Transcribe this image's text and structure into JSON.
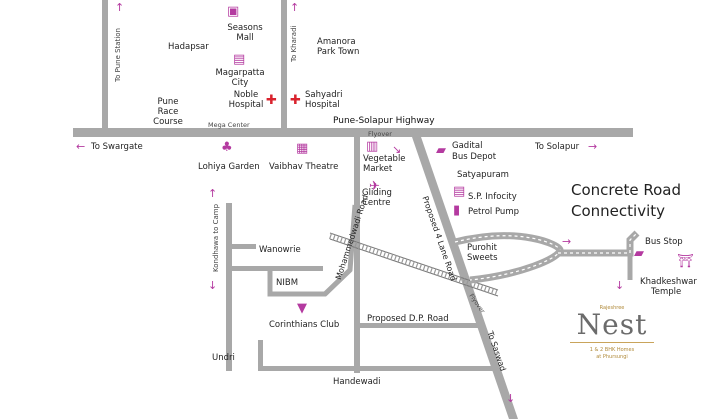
{
  "map": {
    "title_line1": "Concrete Road",
    "title_line2": "Connectivity",
    "highway": "Pune-Solapur Highway",
    "flyover": "Flyover",
    "flyover2": "Flyover",
    "to_pune_station": "To Pune Station",
    "to_kharadi": "To Kharadi",
    "to_swargate": "To Swargate",
    "to_solapur": "To Solapur",
    "to_saswad": "To Saswad",
    "kondhawa": "Kondhawa to Camp",
    "mohammedwadi": "Mohammedwadi Road",
    "proposed_4_lane": "Proposed 4 Lane Road",
    "proposed_dp": "Proposed D.P. Road",
    "places": {
      "seasons_mall": [
        "Seasons",
        "Mall"
      ],
      "hadapsar": "Hadapsar",
      "amanora": [
        "Amanora",
        "Park Town"
      ],
      "magarpatta": [
        "Magarpatta",
        "City"
      ],
      "noble": [
        "Noble",
        "Hospital"
      ],
      "sahyadri": [
        "Sahyadri",
        "Hospital"
      ],
      "pune_race": [
        "Pune",
        "Race",
        "Course"
      ],
      "mega_center": "Mega Center",
      "lohiya": "Lohiya Garden",
      "vaibhav": "Vaibhav Theatre",
      "vegetable": [
        "Vegetable",
        "Market"
      ],
      "gadital": [
        "Gadital",
        "Bus Depot"
      ],
      "satyapuram": "Satyapuram",
      "sp_infocity": "S.P. Infocity",
      "petrol": "Petrol Pump",
      "gliding": [
        "Gliding",
        "Centre"
      ],
      "purohit": [
        "Purohit",
        "Sweets"
      ],
      "wanowrie": "Wanowrie",
      "nibm": "NIBM",
      "corinthians": "Corinthians Club",
      "undri": "Undri",
      "handewadi": "Handewadi",
      "bus_stop": "Bus Stop",
      "khadkeshwar": [
        "Khadkeshwar",
        "Temple"
      ]
    },
    "brand": {
      "developer": "Rajeshree",
      "name": "Nest",
      "tagline1": "1 & 2 BHK Homes",
      "tagline2": "at Phursungi"
    },
    "colors": {
      "road": "#a8a8a8",
      "accent": "#b43aa0",
      "hospital": "#d9232e",
      "gold": "#c9a45b"
    }
  }
}
